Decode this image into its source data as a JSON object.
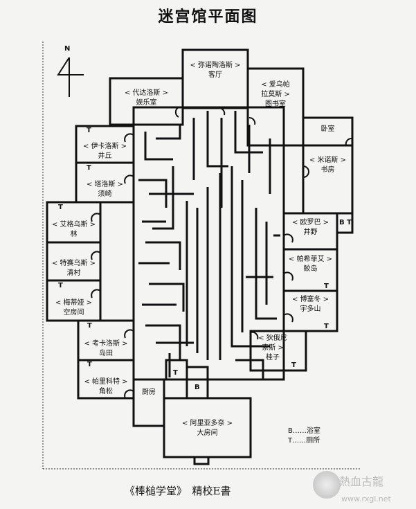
{
  "title": "迷宫馆平面图",
  "compass": "N",
  "rooms": {
    "living": {
      "name": "< 弥诺陶洛斯 >",
      "sub": "客厅"
    },
    "recreation": {
      "name": "< 代达洛斯 >",
      "sub": "娱乐室"
    },
    "library": {
      "name": "< 爱乌帕",
      "name2": "拉莫斯 >",
      "sub": "图书室"
    },
    "bedroom": {
      "sub": "卧室"
    },
    "study": {
      "name": "< 米诺斯 >",
      "sub": "书房"
    },
    "europa": {
      "name": "< 欧罗巴 >",
      "sub": "井野"
    },
    "pasiphae": {
      "name": "< 帕希菲艾 >",
      "sub": "鲛岛"
    },
    "poseidon": {
      "name": "< 博塞冬 >",
      "sub": "宇多山"
    },
    "dionysus": {
      "name": "< 狄俄尼",
      "name2": "索斯 >",
      "sub": "桂子"
    },
    "icarus": {
      "name": "< 伊卡洛斯 >",
      "sub": "井丘"
    },
    "talos": {
      "name": "< 塔洛斯 >",
      "sub": "须崎"
    },
    "aegeus": {
      "name": "< 艾格乌斯 >",
      "sub": "林"
    },
    "theseus": {
      "name": "< 特赛乌斯 >",
      "sub": "清村"
    },
    "medea": {
      "name": "< 梅蒂娅 >",
      "sub": "空房间"
    },
    "cocalus": {
      "name": "< 考卡洛斯 >",
      "sub": "岛田"
    },
    "perdix": {
      "name": "< 帕里科特 >",
      "sub": "角松"
    },
    "kitchen": {
      "sub": "厨房"
    },
    "ariadne": {
      "name": "< 阿里亚多奈 >",
      "sub": "大房间"
    }
  },
  "marks": {
    "toilet": "T",
    "bath": "B",
    "bt": "B T"
  },
  "legend": {
    "b": "B……浴室",
    "t": "T……厕所"
  },
  "caption": "《棒槌学堂》　精校E書",
  "watermark": {
    "name": "熱血古龍",
    "url": "www.rxgl.net"
  }
}
